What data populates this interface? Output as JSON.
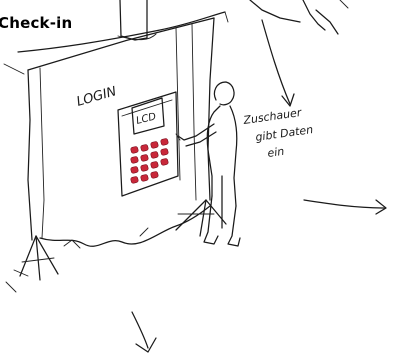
{
  "title": "Check-in",
  "sketch": {
    "screen_label": "LOGIN",
    "display_label": "LCD",
    "annotation_lines": [
      "Zuschauer",
      "gibt Daten",
      "ein"
    ],
    "key_color": "#c8283a",
    "ink_color": "#1a1a1a"
  }
}
